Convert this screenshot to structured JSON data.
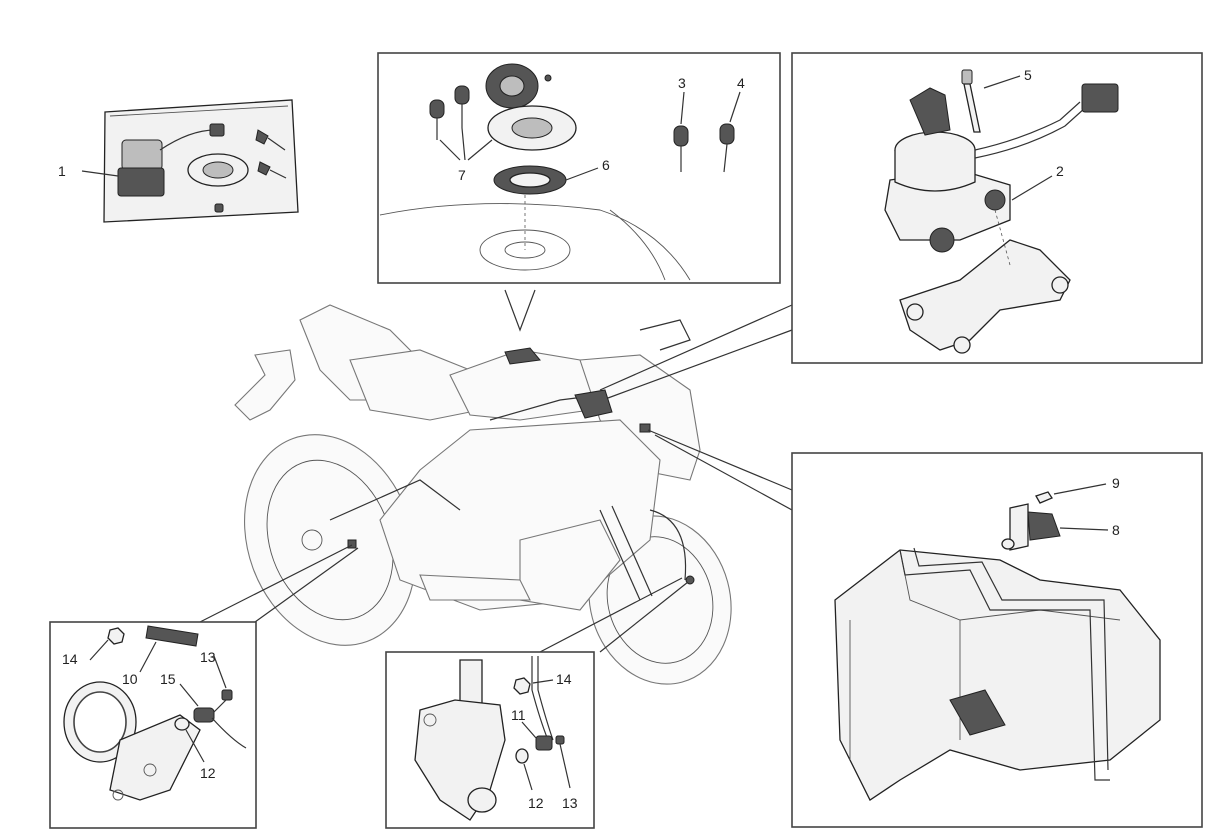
{
  "diagram": {
    "callouts": {
      "p1": "1",
      "p2": "2",
      "p3": "3",
      "p4": "4",
      "p5": "5",
      "p6": "6",
      "p7": "7",
      "p8": "8",
      "p9": "9",
      "p10": "10",
      "p11": "11",
      "p12a": "12",
      "p12b": "12",
      "p13a": "13",
      "p13b": "13",
      "p14a": "14",
      "p14b": "14",
      "p15": "15"
    }
  }
}
